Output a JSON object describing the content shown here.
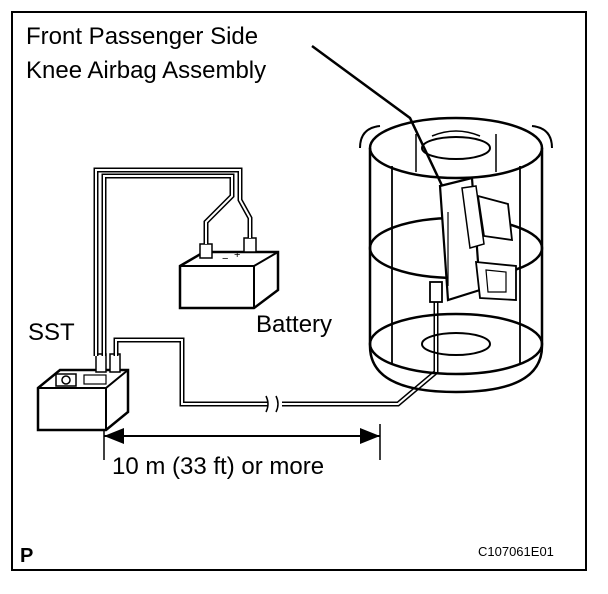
{
  "labels": {
    "component_line1": "Front Passenger Side",
    "component_line2": "Knee Airbag Assembly",
    "tool": "SST",
    "battery": "Battery",
    "distance": "10 m (33 ft) or more",
    "corner_mark": "P",
    "figure_code": "C107061E01"
  }
}
